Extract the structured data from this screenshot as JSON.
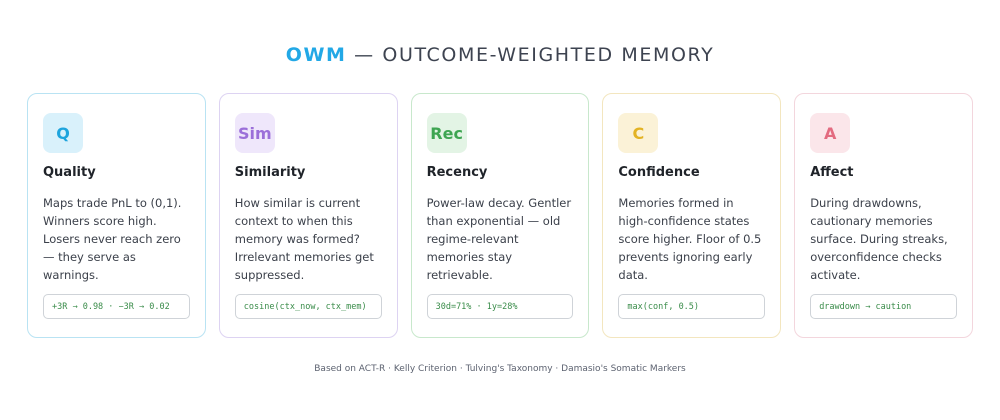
{
  "header": {
    "accent": "OWM",
    "separator": "—",
    "title": "OUTCOME-WEIGHTED MEMORY"
  },
  "cards": [
    {
      "badge": "Q",
      "title": "Quality",
      "description": "Maps trade PnL to (0,1). Winners score high. Losers never reach zero — they serve as warnings.",
      "code": "+3R → 0.98 · −3R → 0.02",
      "colors": {
        "border": "#b9e3f3",
        "badge_bg": "#d9f1fb",
        "badge_text": "#1ea4dd"
      }
    },
    {
      "badge": "Sim",
      "title": "Similarity",
      "description": "How similar is current context to when this memory was formed? Irrelevant memories get suppressed.",
      "code": "cosine(ctx_now, ctx_mem)",
      "colors": {
        "border": "#ddd3f2",
        "badge_bg": "#efe7fb",
        "badge_text": "#9b6fd9"
      }
    },
    {
      "badge": "Rec",
      "title": "Recency",
      "description": "Power-law decay. Gentler than exponential — old regime-relevant memories stay retrievable.",
      "code": "30d=71% · 1y=28%",
      "colors": {
        "border": "#c8e8cc",
        "badge_bg": "#e3f4e5",
        "badge_text": "#3ea552"
      }
    },
    {
      "badge": "C",
      "title": "Confidence",
      "description": "Memories formed in high-confidence states score higher. Floor of 0.5 prevents ignoring early data.",
      "code": "max(conf, 0.5)",
      "colors": {
        "border": "#f3e6bf",
        "badge_bg": "#fbf2d7",
        "badge_text": "#e3b324"
      }
    },
    {
      "badge": "A",
      "title": "Affect",
      "description": "During drawdowns, cautionary memories surface. During streaks, overconfidence checks activate.",
      "code": "drawdown → caution",
      "colors": {
        "border": "#f3d6dd",
        "badge_bg": "#fbe6ea",
        "badge_text": "#e36b80"
      }
    }
  ],
  "footer": "Based on ACT-R · Kelly Criterion · Tulving's Taxonomy · Damasio's Somatic Markers"
}
